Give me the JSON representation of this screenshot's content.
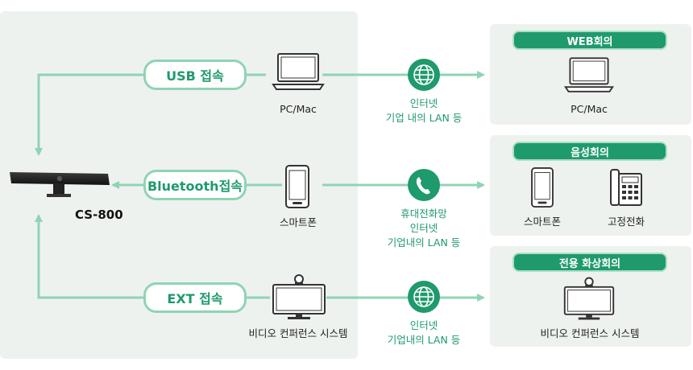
{
  "device": {
    "name": "CS-800"
  },
  "connections": {
    "usb": "USB 접속",
    "bluetooth": "Bluetooth접속",
    "ext": "EXT 접속"
  },
  "local_devices": {
    "pc": "PC/Mac",
    "smartphone": "스마트폰",
    "video_system": "비디오 컨퍼런스 시스템"
  },
  "networks": {
    "top": [
      "인터넷",
      "기업 내의 LAN 등"
    ],
    "middle": [
      "휴대전화망",
      "인터넷",
      "기업내의 LAN 등"
    ],
    "bottom": [
      "인터넷",
      "기업내의 LAN 등"
    ]
  },
  "destinations": {
    "web": {
      "title": "WEB회의",
      "device": "PC/Mac"
    },
    "voice": {
      "title": "음성회의",
      "devices": [
        "스마트폰",
        "고정전화"
      ]
    },
    "video": {
      "title": "전용 화상회의",
      "device": "비디오 컨퍼런스 시스템"
    }
  },
  "colors": {
    "accent": "#1f9a6c",
    "line": "#8fd4b4",
    "panel": "#eef2ef"
  }
}
